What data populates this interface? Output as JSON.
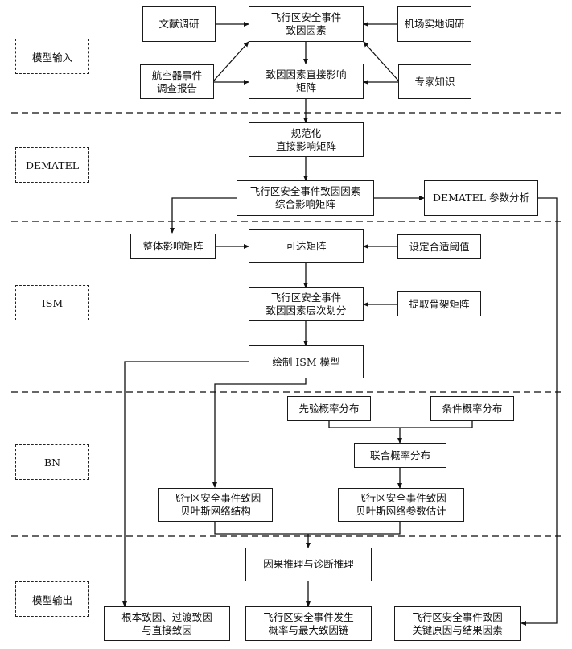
{
  "stages": [
    {
      "id": "input",
      "label": "模型输入"
    },
    {
      "id": "dematel",
      "label": "DEMATEL"
    },
    {
      "id": "ism",
      "label": "ISM"
    },
    {
      "id": "bn",
      "label": "BN"
    },
    {
      "id": "output",
      "label": "模型输出"
    }
  ],
  "nodes": {
    "literature": {
      "lines": [
        "文献调研"
      ]
    },
    "factors": {
      "lines": [
        "飞行区安全事件",
        "致因因素"
      ]
    },
    "field_survey": {
      "lines": [
        "机场实地调研"
      ]
    },
    "accident_reports": {
      "lines": [
        "航空器事件",
        "调查报告"
      ]
    },
    "direct_matrix": {
      "lines": [
        "致因因素直接影响",
        "矩阵"
      ]
    },
    "expert": {
      "lines": [
        "专家知识"
      ]
    },
    "normalized": {
      "lines": [
        "规范化",
        "直接影响矩阵"
      ]
    },
    "total_matrix": {
      "lines": [
        "飞行区安全事件致因因素",
        "综合影响矩阵"
      ]
    },
    "dematel_params": {
      "lines": [
        "DEMATEL 参数分析"
      ]
    },
    "overall_matrix": {
      "lines": [
        "整体影响矩阵"
      ]
    },
    "reachability": {
      "lines": [
        "可达矩阵"
      ]
    },
    "threshold": {
      "lines": [
        "设定合适阈值"
      ]
    },
    "levels": {
      "lines": [
        "飞行区安全事件",
        "致因因素层次划分"
      ]
    },
    "skeleton": {
      "lines": [
        "提取骨架矩阵"
      ]
    },
    "ism_model": {
      "lines": [
        "绘制 ISM 模型"
      ]
    },
    "prior": {
      "lines": [
        "先验概率分布"
      ]
    },
    "conditional": {
      "lines": [
        "条件概率分布"
      ]
    },
    "joint": {
      "lines": [
        "联合概率分布"
      ]
    },
    "bn_structure": {
      "lines": [
        "飞行区安全事件致因",
        "贝叶斯网络结构"
      ]
    },
    "bn_params": {
      "lines": [
        "飞行区安全事件致因",
        "贝叶斯网络参数估计"
      ]
    },
    "inference": {
      "lines": [
        "因果推理与诊断推理"
      ]
    },
    "root_causes": {
      "lines": [
        "根本致因、过渡致因",
        "与直接致因"
      ]
    },
    "probability_chain": {
      "lines": [
        "飞行区安全事件发生",
        "概率与最大致因链"
      ]
    },
    "key_factors": {
      "lines": [
        "飞行区安全事件致因",
        "关键原因与结果因素"
      ]
    }
  }
}
